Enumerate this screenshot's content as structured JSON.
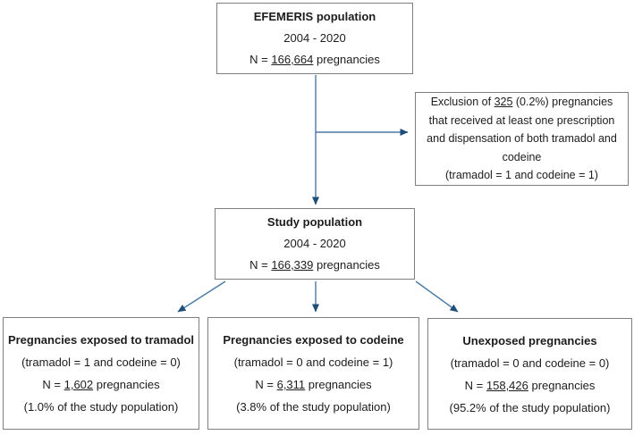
{
  "diagram": {
    "top_box": {
      "title": "EFEMERIS population",
      "period": "2004 - 2020",
      "n_prefix": "N = ",
      "n_value": "166,664",
      "n_suffix": " pregnancies"
    },
    "exclusion_box": {
      "line1_pre": "Exclusion of ",
      "line1_underlined": "325",
      "line1_post": " (0.2%) pregnancies",
      "line2": "that received at least one prescription",
      "line3": "and dispensation of both tramadol and",
      "line4": "codeine",
      "line5": "(tramadol = 1 and codeine = 1)"
    },
    "study_box": {
      "title": "Study population",
      "period": "2004 - 2020",
      "n_prefix": "N = ",
      "n_value": "166,339",
      "n_suffix": " pregnancies"
    },
    "outcome_boxes": [
      {
        "title": "Pregnancies exposed to tramadol",
        "condition": "(tramadol = 1 and codeine = 0)",
        "n_prefix": "N = ",
        "n_value": "1,602",
        "n_suffix": " pregnancies",
        "percentage": "(1.0% of the study population)"
      },
      {
        "title": "Pregnancies exposed to codeine",
        "condition": "(tramadol = 0 and codeine = 1)",
        "n_prefix": "N = ",
        "n_value": "6,311",
        "n_suffix": " pregnancies",
        "percentage": "(3.8% of the study population)"
      },
      {
        "title": "Unexposed pregnancies",
        "condition": "(tramadol = 0 and codeine = 0)",
        "n_prefix": "N = ",
        "n_value": "158,426",
        "n_suffix": " pregnancies",
        "percentage": "(95.2% of the study population)"
      }
    ],
    "colors": {
      "arrow_line": "#4a7aa6",
      "arrowhead": "#1f4e79",
      "box_border": "#7f7f7f",
      "text": "#1c1c1c",
      "background": "#ffffff"
    }
  }
}
